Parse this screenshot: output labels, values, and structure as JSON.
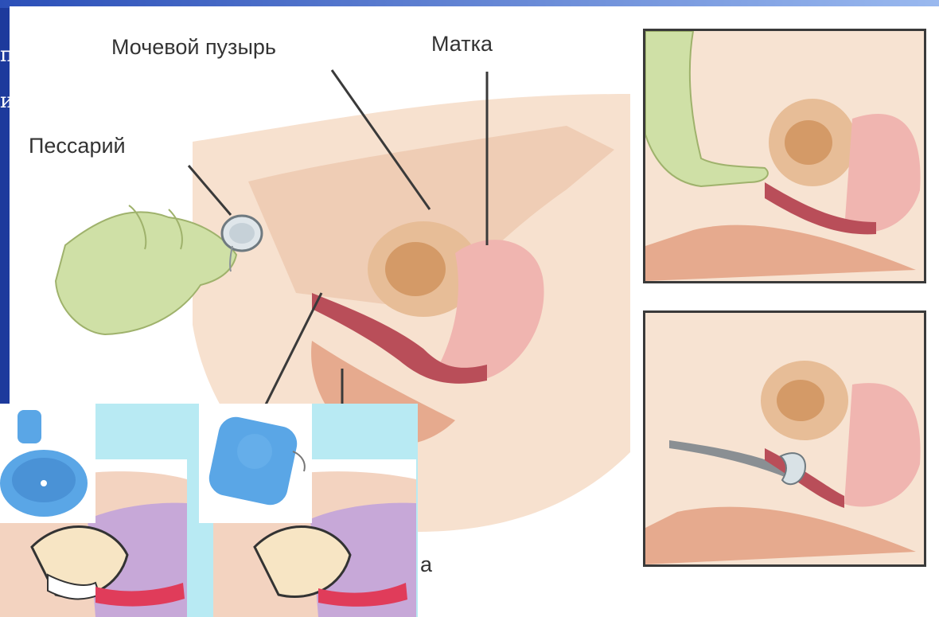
{
  "slide": {
    "title_fragment_line1": "п",
    "title_fragment_line2": "и"
  },
  "illustration": {
    "labels": {
      "bladder": "Мочевой пузырь",
      "uterus": "Матка",
      "pessary": "Пессарий",
      "partial_bottom": "а"
    }
  },
  "colors": {
    "slide_blue": "#2c58c6",
    "skin": "#f2d3bd",
    "pessary_blue": "#5aa6e6",
    "inset_bg": "#b8eaf3"
  },
  "icons": [
    "pessary-ring-icon",
    "cube-pessary-icon",
    "ring-pessary-icon"
  ]
}
